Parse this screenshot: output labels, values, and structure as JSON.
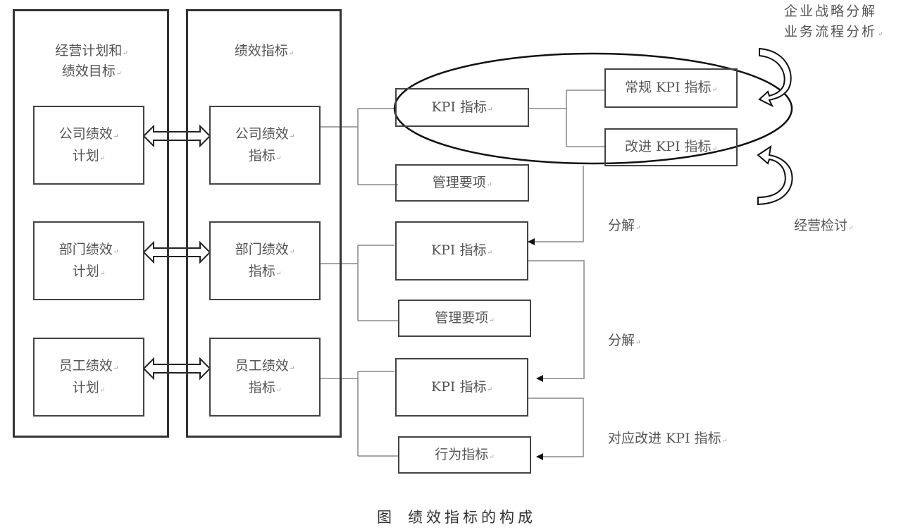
{
  "columns": {
    "left_title": "经营计划和\n绩效目标",
    "left_title_line1": "经营计划和",
    "left_title_line2": "绩效目标",
    "right_title": "绩效指标"
  },
  "plans": [
    {
      "line1": "公司绩效",
      "line2": "计划"
    },
    {
      "line1": "部门绩效",
      "line2": "计划"
    },
    {
      "line1": "员工绩效",
      "line2": "计划"
    }
  ],
  "indicators": [
    {
      "line1": "公司绩效",
      "line2": "指标"
    },
    {
      "line1": "部门绩效",
      "line2": "指标"
    },
    {
      "line1": "员工绩效",
      "line2": "指标"
    }
  ],
  "company_branch": {
    "kpi": "KPI 指标",
    "mgmt": "管理要项",
    "regular_kpi": "常规 KPI 指标",
    "improve_kpi": "改进 KPI 指标"
  },
  "dept_branch": {
    "kpi": "KPI 指标",
    "mgmt": "管理要项"
  },
  "staff_branch": {
    "kpi": "KPI 指标",
    "behavior": "行为指标"
  },
  "annotations": {
    "strategy_line1": "企业战略分解",
    "strategy_line2": "业务流程分析",
    "review": "经营检讨",
    "decompose_1": "分解",
    "decompose_2": "分解",
    "improve_map": "对应改进 KPI 指标"
  },
  "caption": {
    "prefix": "图",
    "title": "绩效指标的构成"
  }
}
